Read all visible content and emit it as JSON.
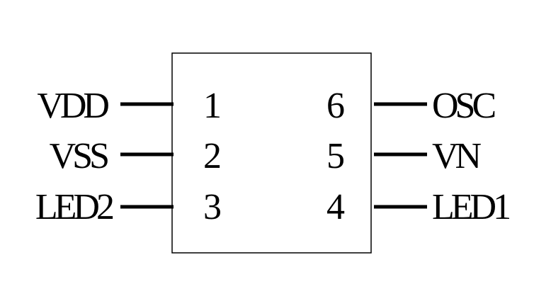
{
  "chip": {
    "left_pins": [
      {
        "number": "1",
        "name": "VDD"
      },
      {
        "number": "2",
        "name": "VSS"
      },
      {
        "number": "3",
        "name": "LED2"
      }
    ],
    "right_pins": [
      {
        "number": "6",
        "name": "OSC"
      },
      {
        "number": "5",
        "name": "VN"
      },
      {
        "number": "4",
        "name": "LED1"
      }
    ]
  },
  "colors": {
    "line": "#000000",
    "background": "#ffffff"
  }
}
